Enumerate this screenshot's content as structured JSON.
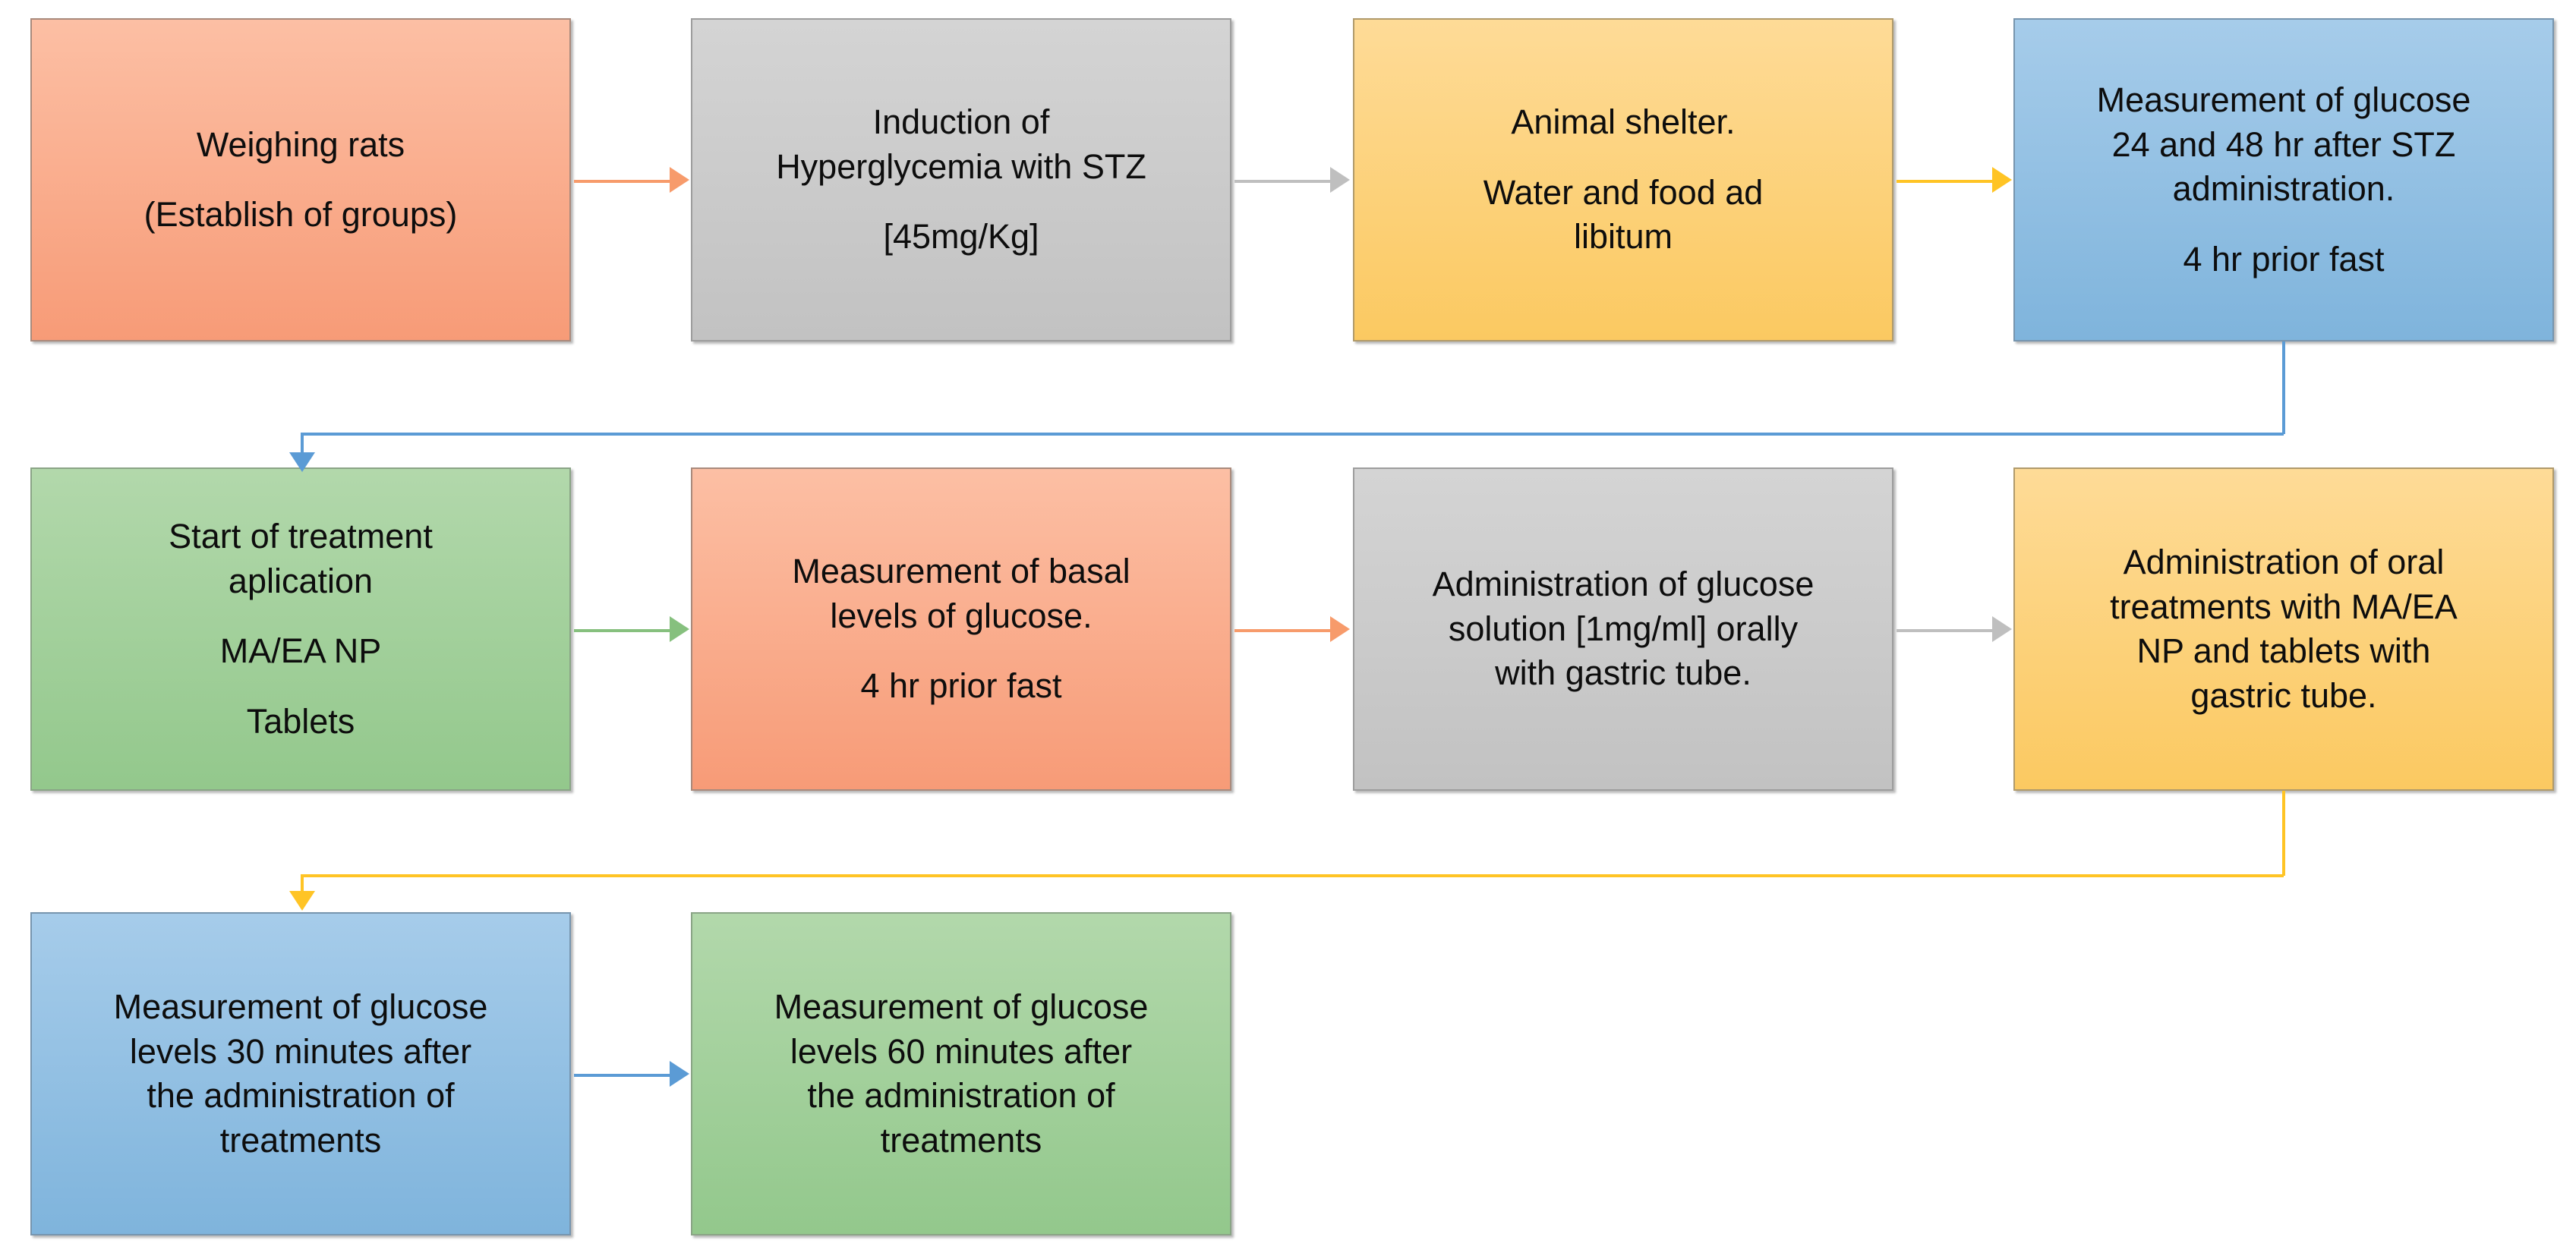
{
  "diagram": {
    "title": "Experimental protocol flowchart",
    "colors": {
      "salmon": "#F79B77",
      "gray": "#C2C2C2",
      "yellow": "#FBC961",
      "blue": "#7FB4DC",
      "green": "#93C88C",
      "arrow_orange": "#F79B6B",
      "arrow_gray": "#BFBFBF",
      "arrow_yellow": "#FFC425",
      "arrow_blue": "#5B9BD5",
      "arrow_green": "#86C07E"
    },
    "nodes": [
      {
        "id": "weighing-rats",
        "fill": "salmon",
        "lines": [
          "Weighing rats",
          "",
          "(Establish of groups)"
        ]
      },
      {
        "id": "induction-hyperglycemia",
        "fill": "gray",
        "lines": [
          "Induction of",
          "Hyperglycemia with STZ",
          "",
          "[45mg/Kg]"
        ]
      },
      {
        "id": "animal-shelter",
        "fill": "yellow",
        "lines": [
          "Animal shelter.",
          "",
          "Water and food ad",
          "libitum"
        ]
      },
      {
        "id": "glucose-24-48hr",
        "fill": "blue",
        "lines": [
          "Measurement of glucose",
          "24 and 48 hr after STZ",
          "administration.",
          "",
          "4 hr prior fast"
        ]
      },
      {
        "id": "start-treatment",
        "fill": "green",
        "lines": [
          "Start of treatment",
          "aplication",
          "",
          "MA/EA NP",
          "",
          "Tablets"
        ]
      },
      {
        "id": "basal-glucose",
        "fill": "salmon",
        "lines": [
          "Measurement of basal",
          "levels of glucose.",
          "",
          "4 hr prior fast"
        ]
      },
      {
        "id": "glucose-solution",
        "fill": "gray",
        "lines": [
          "Administration of glucose",
          "solution [1mg/ml] orally",
          "with gastric tube."
        ]
      },
      {
        "id": "oral-treatments",
        "fill": "yellow",
        "lines": [
          "Administration of oral",
          "treatments with MA/EA",
          "NP and tablets with",
          "gastric tube."
        ]
      },
      {
        "id": "glucose-30min",
        "fill": "blue",
        "lines": [
          "Measurement of glucose",
          "levels 30 minutes after",
          "the administration of",
          "treatments"
        ]
      },
      {
        "id": "glucose-60min",
        "fill": "green",
        "lines": [
          "Measurement of glucose",
          "levels 60 minutes after",
          "the administration of",
          "treatments"
        ]
      }
    ],
    "connectors": [
      {
        "id": "arrow-1",
        "from": "weighing-rats",
        "to": "induction-hyperglycemia",
        "color": "arrow_orange",
        "style": "straight-right"
      },
      {
        "id": "arrow-2",
        "from": "induction-hyperglycemia",
        "to": "animal-shelter",
        "color": "arrow_gray",
        "style": "straight-right"
      },
      {
        "id": "arrow-3",
        "from": "animal-shelter",
        "to": "glucose-24-48hr",
        "color": "arrow_yellow",
        "style": "straight-right"
      },
      {
        "id": "arrow-4",
        "from": "glucose-24-48hr",
        "to": "start-treatment",
        "color": "arrow_blue",
        "style": "elbow-wrap-down"
      },
      {
        "id": "arrow-5",
        "from": "start-treatment",
        "to": "basal-glucose",
        "color": "arrow_green",
        "style": "straight-right"
      },
      {
        "id": "arrow-6",
        "from": "basal-glucose",
        "to": "glucose-solution",
        "color": "arrow_orange",
        "style": "straight-right"
      },
      {
        "id": "arrow-7",
        "from": "glucose-solution",
        "to": "oral-treatments",
        "color": "arrow_gray",
        "style": "straight-right"
      },
      {
        "id": "arrow-8",
        "from": "oral-treatments",
        "to": "glucose-30min",
        "color": "arrow_yellow",
        "style": "elbow-wrap-down"
      },
      {
        "id": "arrow-9",
        "from": "glucose-30min",
        "to": "glucose-60min",
        "color": "arrow_blue",
        "style": "straight-right"
      }
    ]
  }
}
